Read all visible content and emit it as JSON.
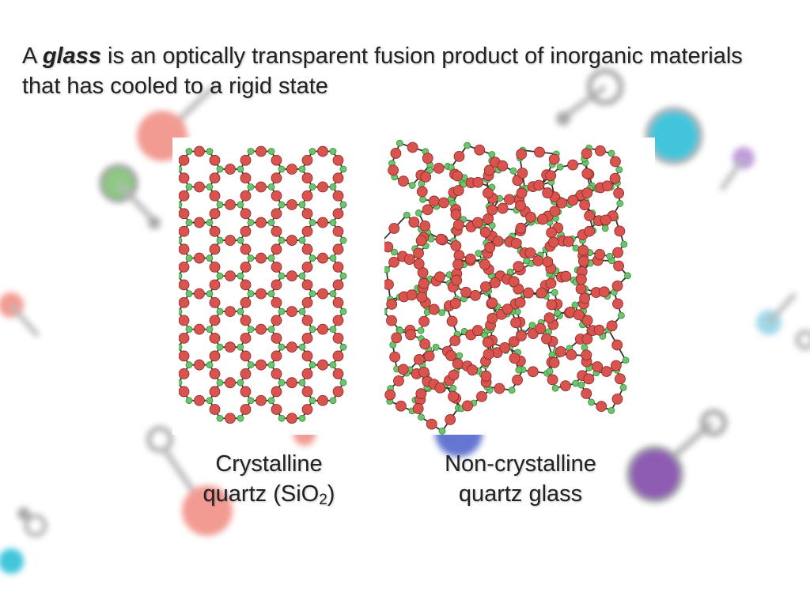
{
  "slide": {
    "title_prefix": "A",
    "title_emphasis": "glass",
    "title_rest": "is an optically transparent fusion product of inorganic materials that has cooled to a rigid state"
  },
  "diagram": {
    "crystalline": {
      "caption_line1": "Crystalline",
      "caption_line2_prefix": "quartz (SiO",
      "caption_subscript": "2",
      "caption_line2_suffix": ")"
    },
    "noncrystalline": {
      "caption_line1": "Non-crystalline",
      "caption_line2": "quartz glass"
    }
  },
  "colors": {
    "oxygen": "#d9534f",
    "silicon": "#6cc46c",
    "bond": "#333333",
    "accent_teal": "#22bcd6",
    "accent_purple": "#7b3fa6",
    "accent_salmon": "#f08a80",
    "accent_green": "#7cc070",
    "accent_blue": "#4a5fc9"
  }
}
